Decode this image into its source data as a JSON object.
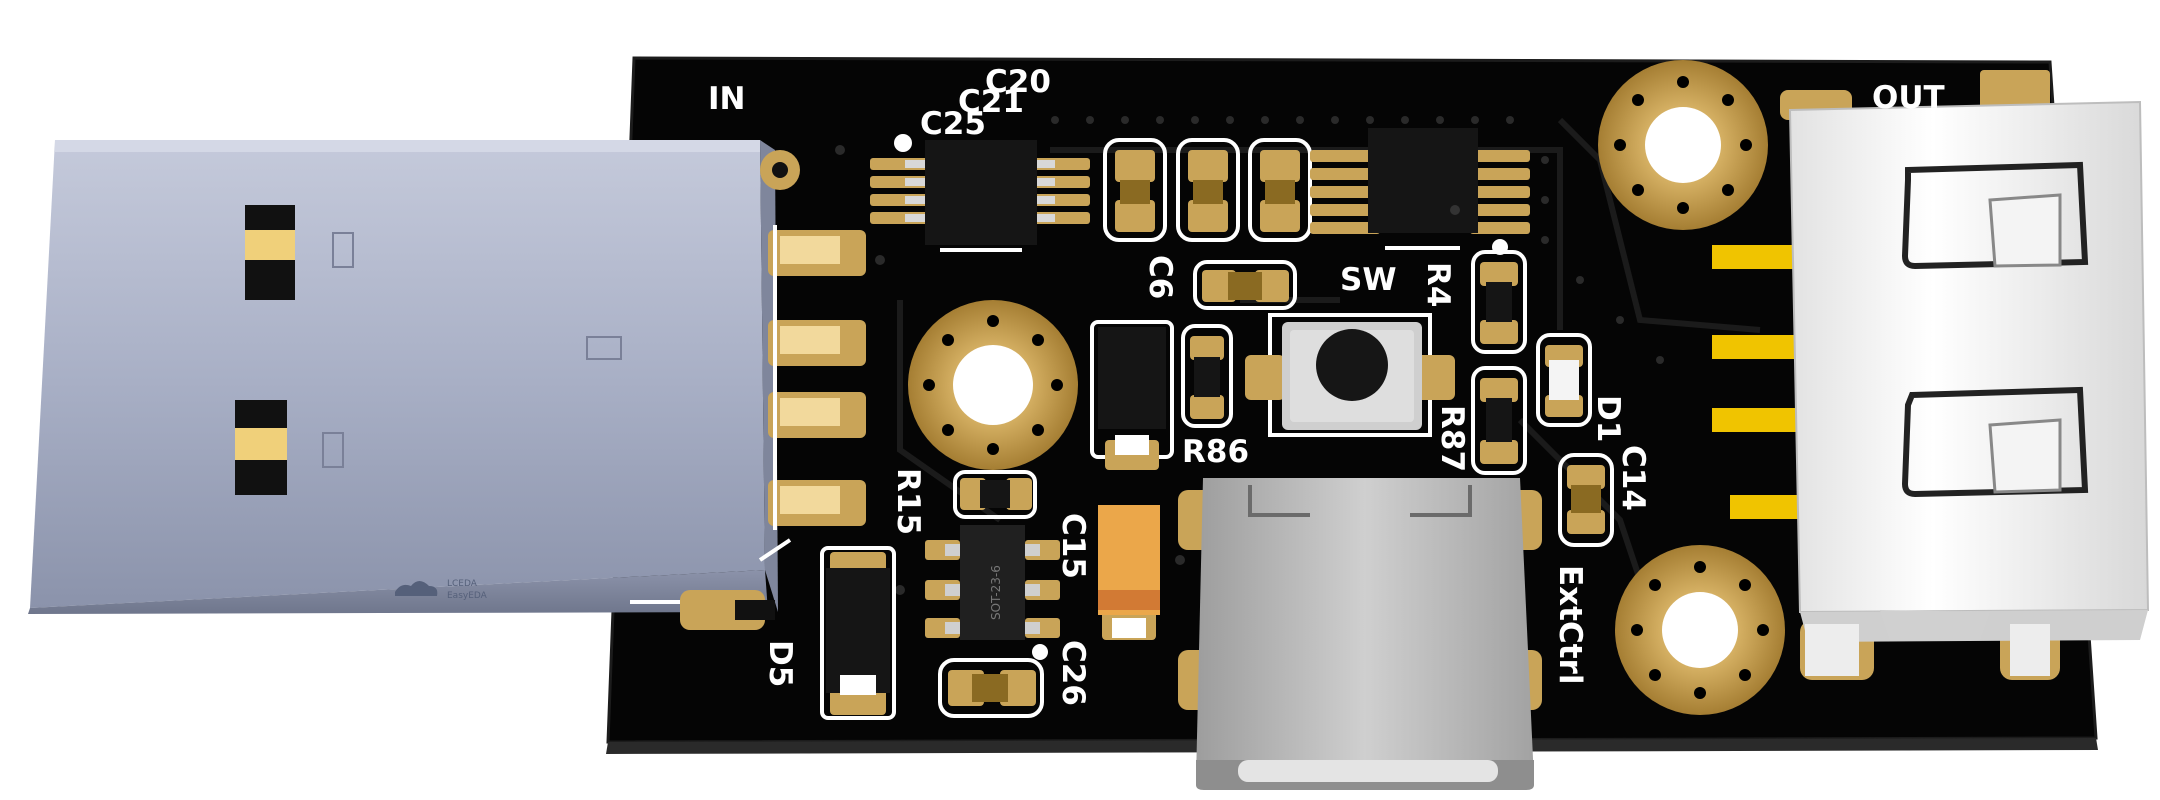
{
  "board": {
    "colors": {
      "background": "#ffffff",
      "pcb": "#050505",
      "silkscreen": "#ffffff",
      "copper_pad": "#c9a458",
      "ring_gold": "#b8903c",
      "usb_metal": "#a9b0c6",
      "gold_pin": "#f0c400",
      "ic_body": "#151515"
    },
    "labels": {
      "in": "IN",
      "out": "OUT",
      "c20": "C20",
      "c21": "C21",
      "c25": "C25",
      "c6": "C6",
      "sw": "SW",
      "r4": "R4",
      "r86": "R86",
      "r87": "R87",
      "d1": "D1",
      "c14": "C14",
      "r15": "R15",
      "c15": "C15",
      "d5": "D5",
      "c26": "C26",
      "extctrl": "ExtCtrl",
      "sot": "SOT-23-6",
      "logo_line1": "LCEDA",
      "logo_line2": "EasyEDA"
    },
    "icons": {
      "usb_a_plug": "usb-a-plug-icon",
      "usb_a_receptacle": "usb-a-receptacle-icon",
      "usb_c_port": "usb-c-port-icon",
      "tactile_switch": "tactile-switch-icon",
      "mounting_hole": "mounting-hole-icon",
      "logo": "easyeda-logo-icon"
    }
  }
}
